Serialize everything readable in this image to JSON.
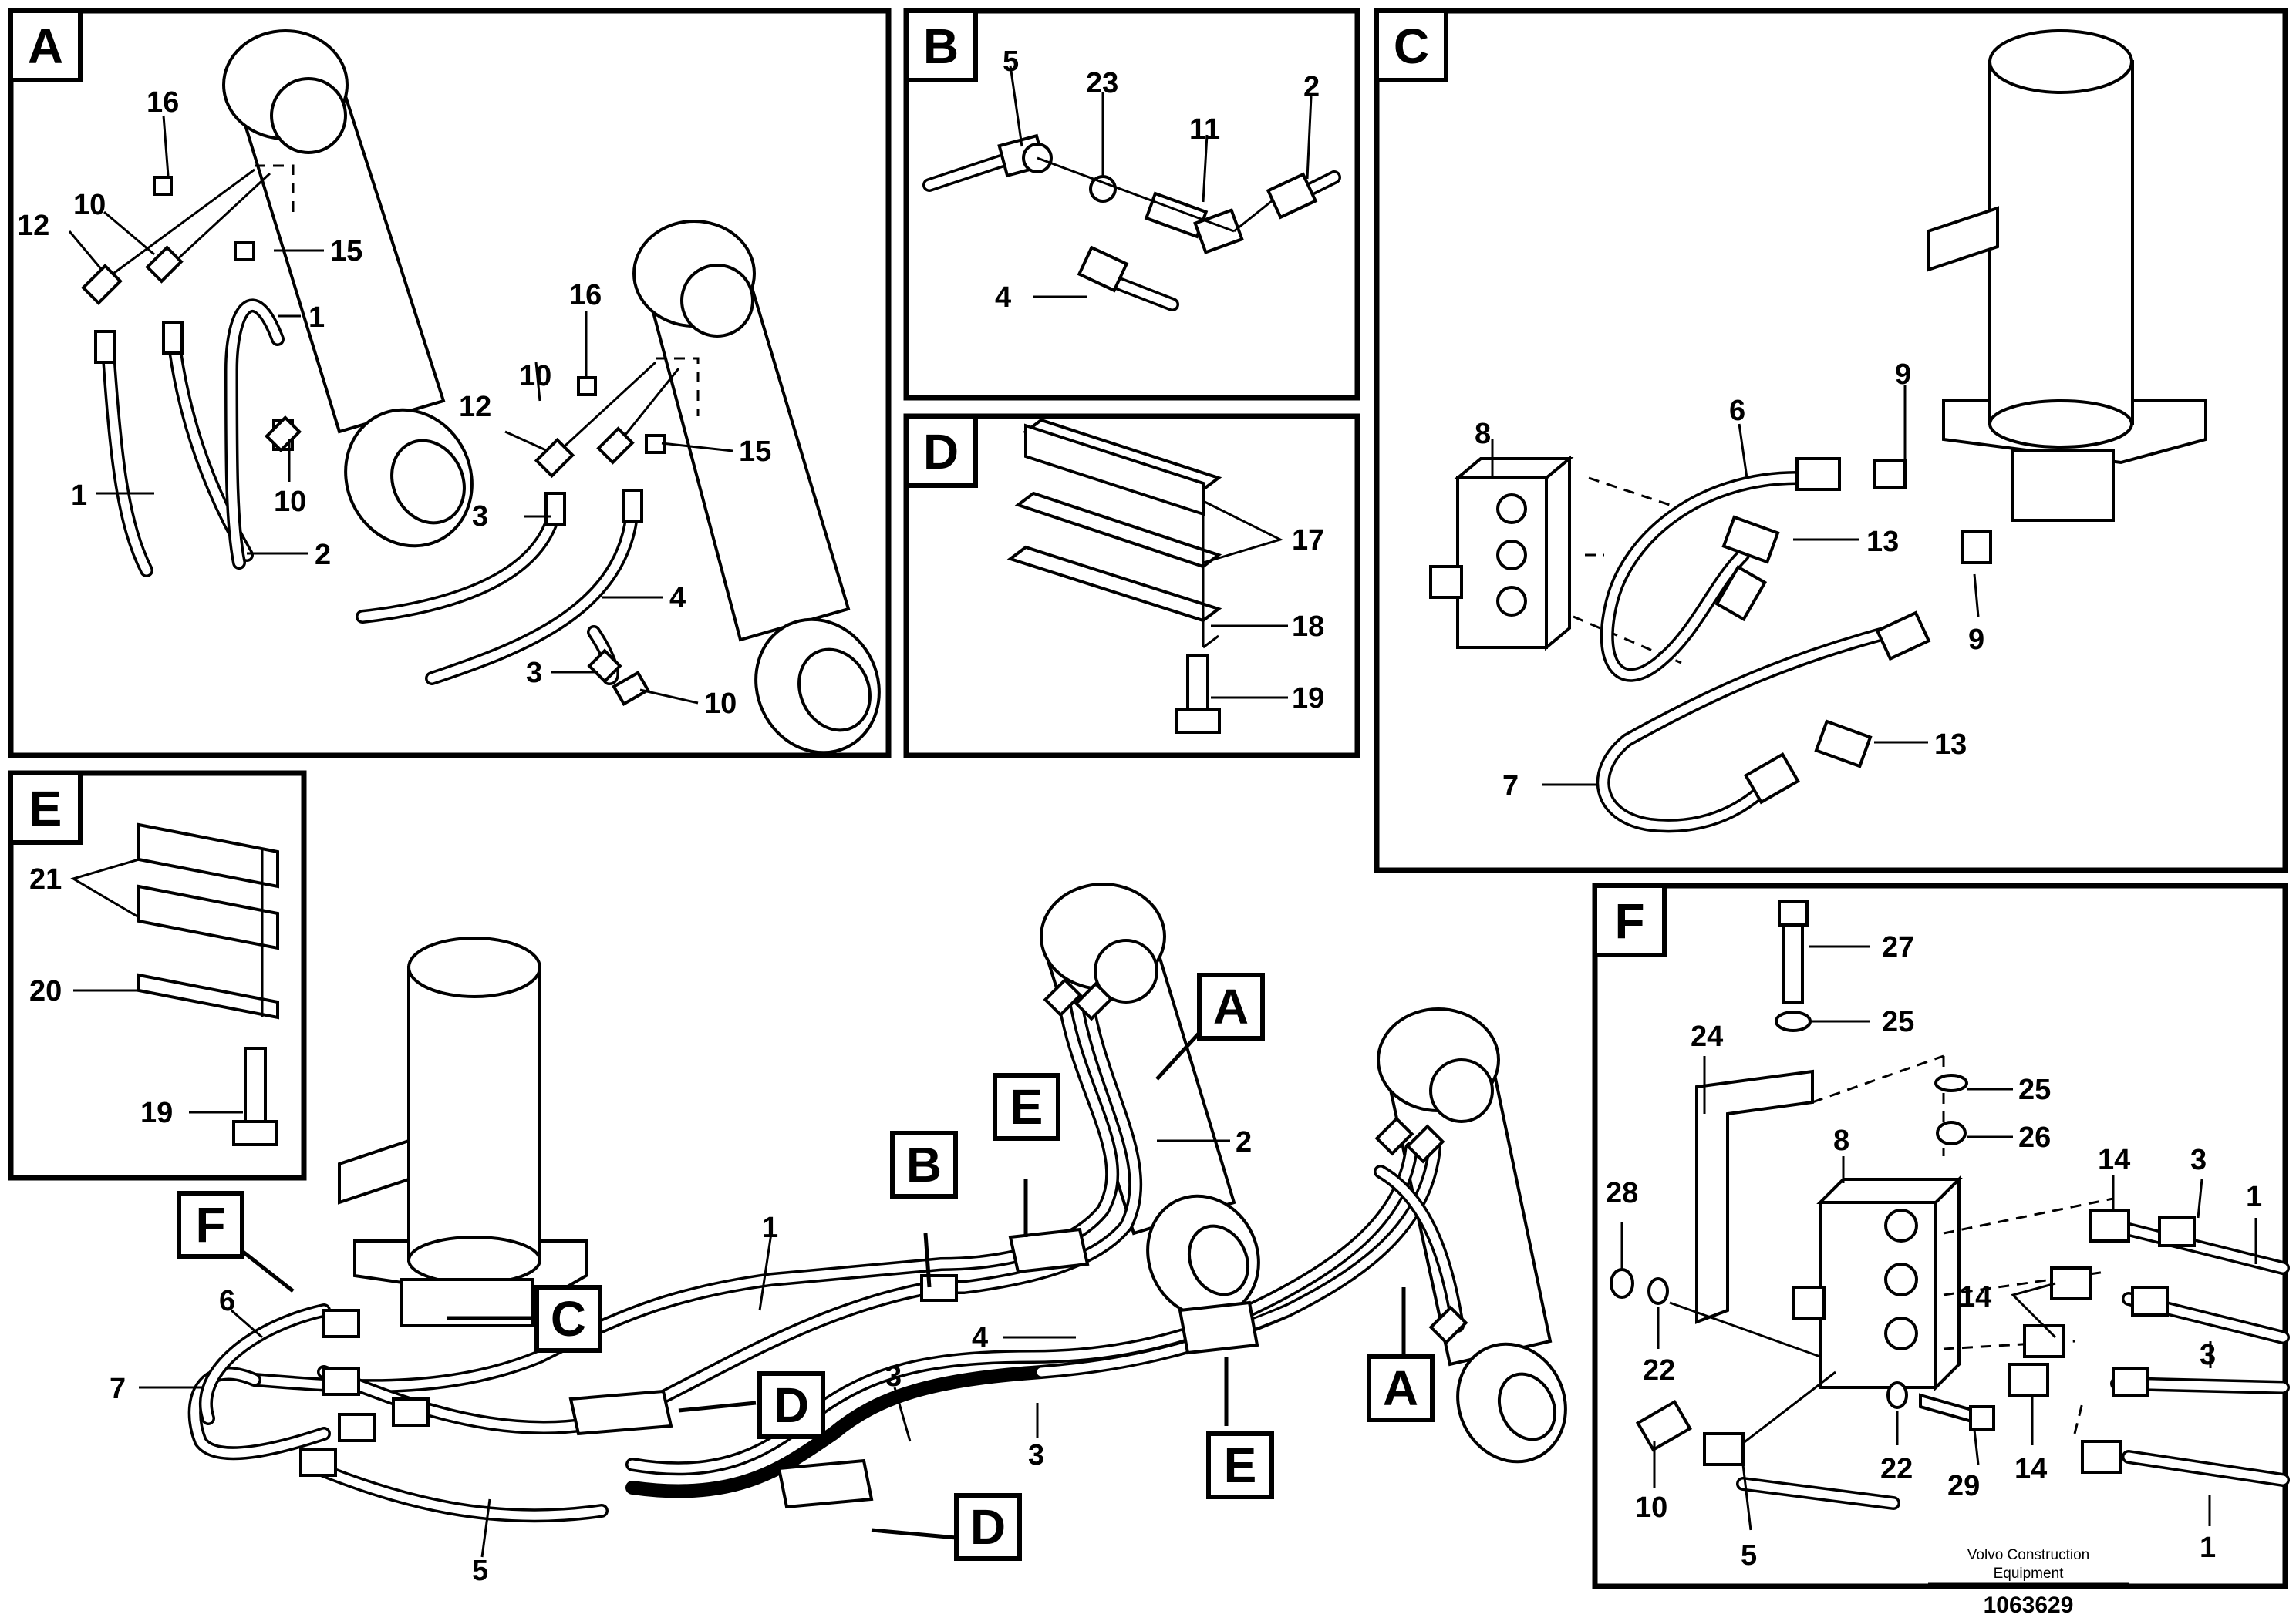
{
  "panels": {
    "A": {
      "label": "A"
    },
    "B": {
      "label": "B"
    },
    "C": {
      "label": "C"
    },
    "D": {
      "label": "D"
    },
    "E": {
      "label": "E"
    },
    "F": {
      "label": "F"
    }
  },
  "callouts": {
    "A": {
      "n16a": "16",
      "n12a": "12",
      "n10a": "10",
      "n15a": "15",
      "n1a": "1",
      "n10b": "10",
      "n1b": "1",
      "n2a": "2",
      "n16b": "16",
      "n10c": "10",
      "n12b": "12",
      "n15b": "15",
      "n3a": "3",
      "n4a": "4",
      "n3b": "3",
      "n10d": "10"
    },
    "B": {
      "n5": "5",
      "n23": "23",
      "n11": "11",
      "n2": "2",
      "n4": "4"
    },
    "C": {
      "n8": "8",
      "n6": "6",
      "n9a": "9",
      "n13a": "13",
      "n9b": "9",
      "n13b": "13",
      "n7": "7"
    },
    "D": {
      "n17": "17",
      "n18": "18",
      "n19": "19"
    },
    "E": {
      "n21": "21",
      "n20": "20",
      "n19": "19"
    },
    "F": {
      "n27": "27",
      "n25a": "25",
      "n24": "24",
      "n25b": "25",
      "n26": "26",
      "n8": "8",
      "n14a": "14",
      "n3a": "3",
      "n1a": "1",
      "n28": "28",
      "n14b": "14",
      "n3b": "3",
      "n22a": "22",
      "n22b": "22",
      "n29": "29",
      "n14c": "14",
      "n10": "10",
      "n5": "5",
      "n1b": "1"
    },
    "main": {
      "n1": "1",
      "n2": "2",
      "n6": "6",
      "n7": "7",
      "n4": "4",
      "n3a": "3",
      "n3b": "3",
      "n5": "5"
    }
  },
  "refs": {
    "A1": "A",
    "A2": "A",
    "B": "B",
    "C": "C",
    "D1": "D",
    "D2": "D",
    "E1": "E",
    "E2": "E",
    "F": "F"
  },
  "footer": {
    "line1": "Volvo Construction",
    "line2": "Equipment",
    "doc_number": "1063629"
  }
}
